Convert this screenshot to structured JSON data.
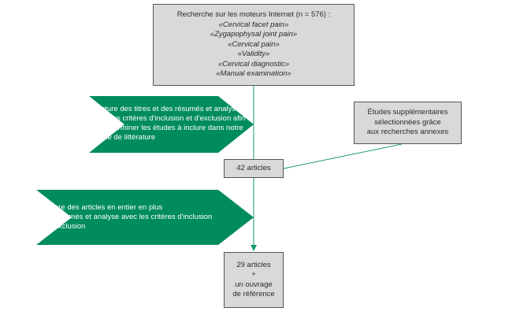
{
  "search_box": {
    "heading": "Recherche sur les moteurs Internet (n = 576) :",
    "terms": [
      "«Cervical facet pain»",
      "«Zygapophysal joint pain»",
      "«Cervical pain»",
      "«Validity»",
      "«Cervical diagnostic»",
      "«Manual examination»"
    ]
  },
  "arrow_1": {
    "lines": [
      "Lecture des titres et des résumés et analyse",
      "avec les critères d'inclusion et d'exclusion afin",
      "de déterminer les études à inclure dans notre",
      "revue de littérature"
    ]
  },
  "extra_box": {
    "lines": [
      "Études supplémentaires",
      "sélectionnées grâce",
      "aux recherches annexes"
    ]
  },
  "count_box": {
    "label": "42 articles"
  },
  "arrow_2": {
    "lines": [
      "Lecture des articles en entier en plus",
      "des résumés et analyse avec les critères d'inclusion",
      "et d'exclusion"
    ]
  },
  "final_box": {
    "lines": [
      "29 articles",
      "+",
      "un ouvrage",
      "de référence"
    ]
  },
  "colors": {
    "arrow_fill": "#008c5e",
    "line": "#1a9870",
    "box_fill": "#d9d9d9",
    "box_border": "#555555"
  }
}
